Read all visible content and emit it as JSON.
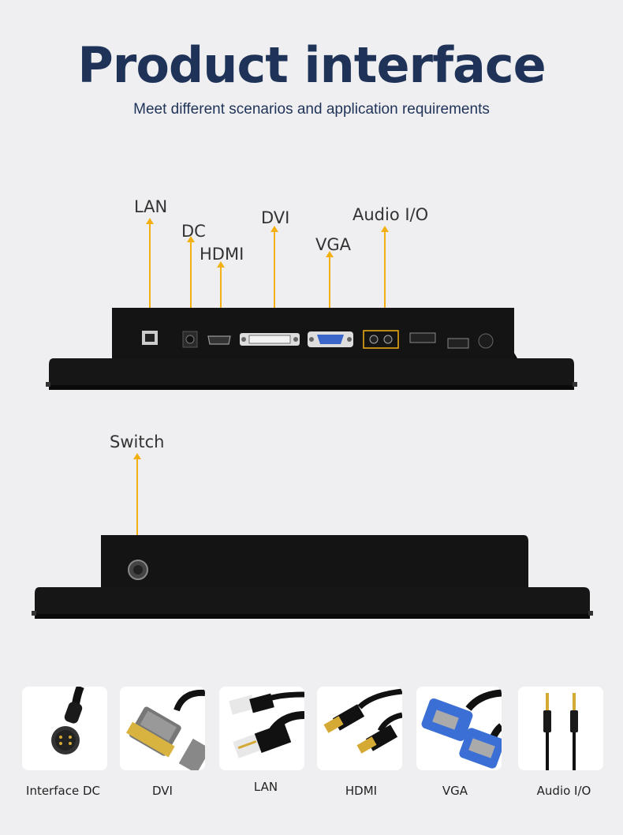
{
  "header": {
    "title": "Product interface",
    "subtitle": "Meet different scenarios and application requirements"
  },
  "rear_ports": {
    "lan": "LAN",
    "dc": "DC",
    "hdmi": "HDMI",
    "dvi": "DVI",
    "vga": "VGA",
    "audio": "Audio I/O"
  },
  "side_ports": {
    "switch": "Switch"
  },
  "cables": [
    {
      "label": "Interface DC",
      "icon": "dc-cable-icon"
    },
    {
      "label": "DVI",
      "icon": "dvi-cable-icon"
    },
    {
      "label": "LAN",
      "icon": "lan-cable-icon"
    },
    {
      "label": "HDMI",
      "icon": "hdmi-cable-icon"
    },
    {
      "label": "VGA",
      "icon": "vga-cable-icon"
    },
    {
      "label": "Audio I/O",
      "icon": "audio-cable-icon"
    }
  ],
  "colors": {
    "background": "#efeff1",
    "title": "#1f3358",
    "pointer": "#f3b012",
    "device": "#111111"
  }
}
